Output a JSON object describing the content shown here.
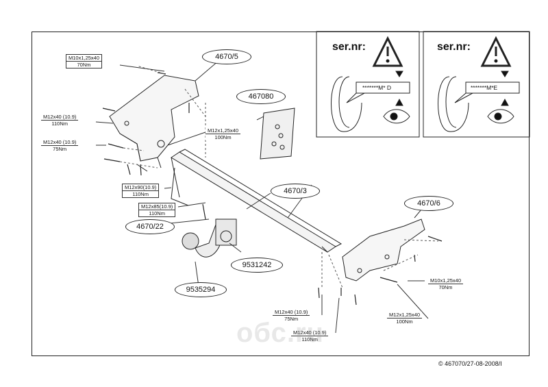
{
  "parts": {
    "bracket_left": "4670/5",
    "kit": "467080",
    "crossbar": "4670/3",
    "bracket_right": "4670/6",
    "fixing": "4670/22",
    "socket_plate": "9531242",
    "tow_ball": "9535294"
  },
  "torque_labels": {
    "m10_top": {
      "size": "M10x1,25x40",
      "torque": "70Nm"
    },
    "m12_110": {
      "size": "M12x40 (10.9)",
      "torque": "110Nm"
    },
    "m12_75": {
      "size": "M12x40 (10.9)",
      "torque": "75Nm"
    },
    "m12_bracket": {
      "size": "M12x1,25x40",
      "torque": "100Nm"
    },
    "m12x90": {
      "size": "M12x90(10.9)",
      "torque": "110Nm"
    },
    "m12x85": {
      "size": "M12x85(10.9)",
      "torque": "110Nm"
    },
    "m10_right": {
      "size": "M10x1,25x40",
      "torque": "70Nm"
    },
    "m12_right": {
      "size": "M12x1,25x40",
      "torque": "100Nm"
    },
    "m12_bottom_75": {
      "size": "M12x40 (10.9)",
      "torque": "75Nm"
    },
    "m12_bottom_110": {
      "size": "M12x40 (10.9)",
      "torque": "110Nm"
    }
  },
  "serial_panels": [
    {
      "title": "ser.nr:",
      "code": "*******M* D"
    },
    {
      "title": "ser.nr:",
      "code": "*******M*E"
    }
  ],
  "watermark": "oбс.ru",
  "copyright": "© 467070/27-08-2008/I"
}
